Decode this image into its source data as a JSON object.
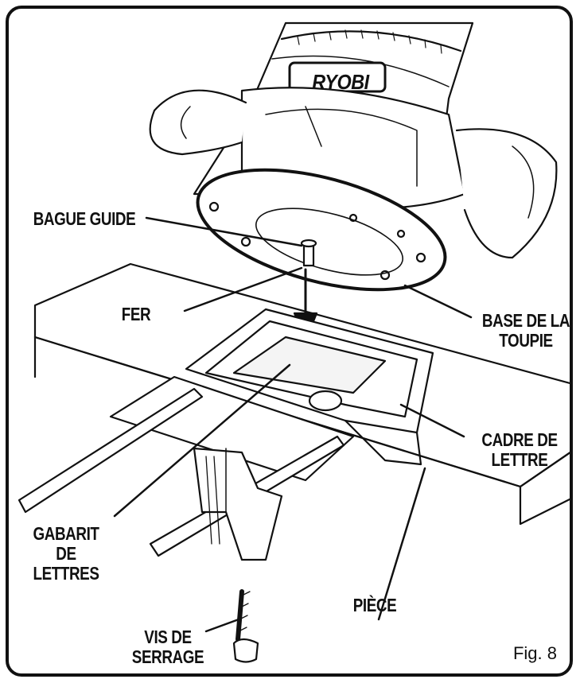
{
  "labels": {
    "bague_guide": "BAGUE GUIDE",
    "fer": "FER",
    "base_toupie": [
      "BASE DE LA",
      "TOUPIE"
    ],
    "cadre_lettre": [
      "CADRE DE",
      "LETTRE"
    ],
    "gabarit": [
      "GABARIT",
      "DE",
      "LETTRES"
    ],
    "piece": "PIÈCE",
    "vis_serrage": [
      "VIS DE",
      "SERRAGE"
    ]
  },
  "brand": "RYOBI",
  "figure_label": "Fig. 8",
  "colors": {
    "ink": "#111111",
    "paper": "#ffffff",
    "shade": "#dddddd"
  }
}
